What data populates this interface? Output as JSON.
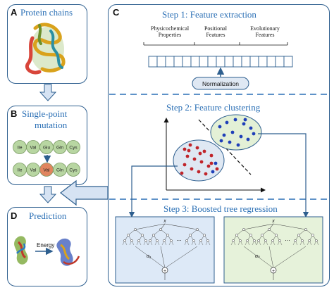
{
  "panel_a": {
    "letter": "A",
    "title": "Protein chains"
  },
  "panel_b": {
    "letter": "B",
    "title_line1": "Single-point",
    "title_line2": "mutation",
    "wild_residues": [
      "Ile",
      "Val",
      "Glu",
      "Gln",
      "Cys"
    ],
    "mutant_residues": [
      "Ile",
      "Val",
      "Val",
      "Gln",
      "Cys"
    ]
  },
  "panel_d": {
    "letter": "D",
    "title": "Prediction",
    "arrow_label": "Energy"
  },
  "panel_c": {
    "letter": "C",
    "step1": {
      "title": "Step 1: Feature extraction",
      "feature_groups": [
        {
          "line1": "Physicochemical",
          "line2": "Properties"
        },
        {
          "line1": "Positional",
          "line2": "Features"
        },
        {
          "line1": "Evolutionary",
          "line2": "Features"
        }
      ],
      "normalization": "Normalization"
    },
    "step2": {
      "title": "Step 2: Feature clustering"
    },
    "step3": {
      "title": "Step 3: Boosted tree regression",
      "root_label": "x",
      "ellipsis": "...",
      "output_labels": [
        "α₁",
        "αₙ"
      ],
      "sum_symbol": "+"
    }
  },
  "colors": {
    "accent": "#2a6fb5",
    "border": "#2e5f8f",
    "residue_green": "#b8d6a2",
    "residue_mutant": "#e0855f",
    "cluster_blue_fill": "#dfe8f3",
    "cluster_green_fill": "#e3f0d6",
    "point_red": "#c0242a",
    "point_blue": "#1f3fb8",
    "tree_box_blue": "#dde9f7",
    "tree_box_green": "#e6f2da",
    "arrow_fill": "#d6e3f3"
  }
}
